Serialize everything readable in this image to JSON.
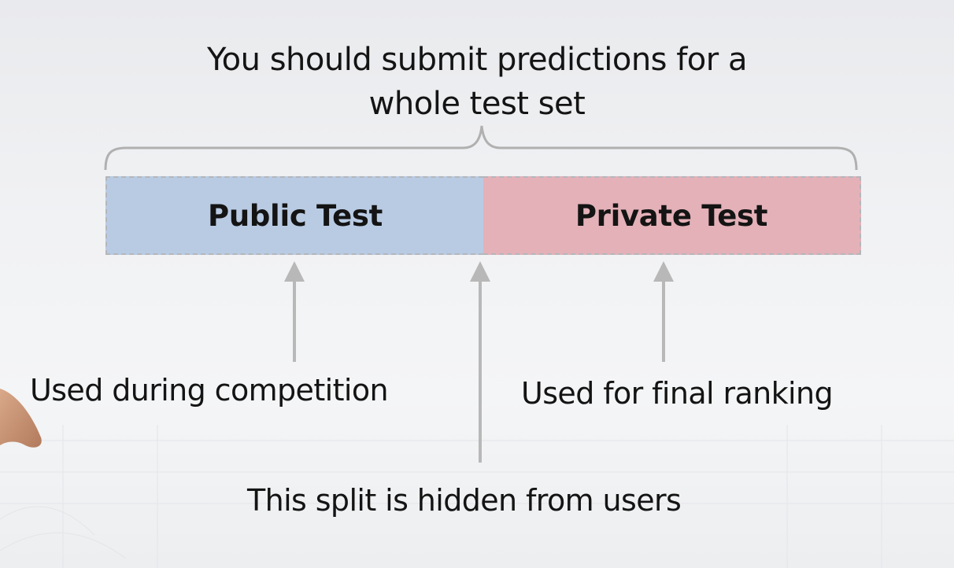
{
  "title": {
    "line1": "You should submit predictions for a",
    "line2": "whole test set"
  },
  "bars": {
    "public_label": "Public Test",
    "private_label": "Private Test"
  },
  "annotations": {
    "public_usage": "Used during competition",
    "private_usage": "Used for final ranking",
    "split_note": "This split is hidden from users"
  },
  "colors": {
    "public_fill": "#b9cbe3",
    "private_fill": "#e4b1b8",
    "arrow": "#b8b8b8",
    "brace": "#b0b0b0",
    "text": "#141414"
  }
}
